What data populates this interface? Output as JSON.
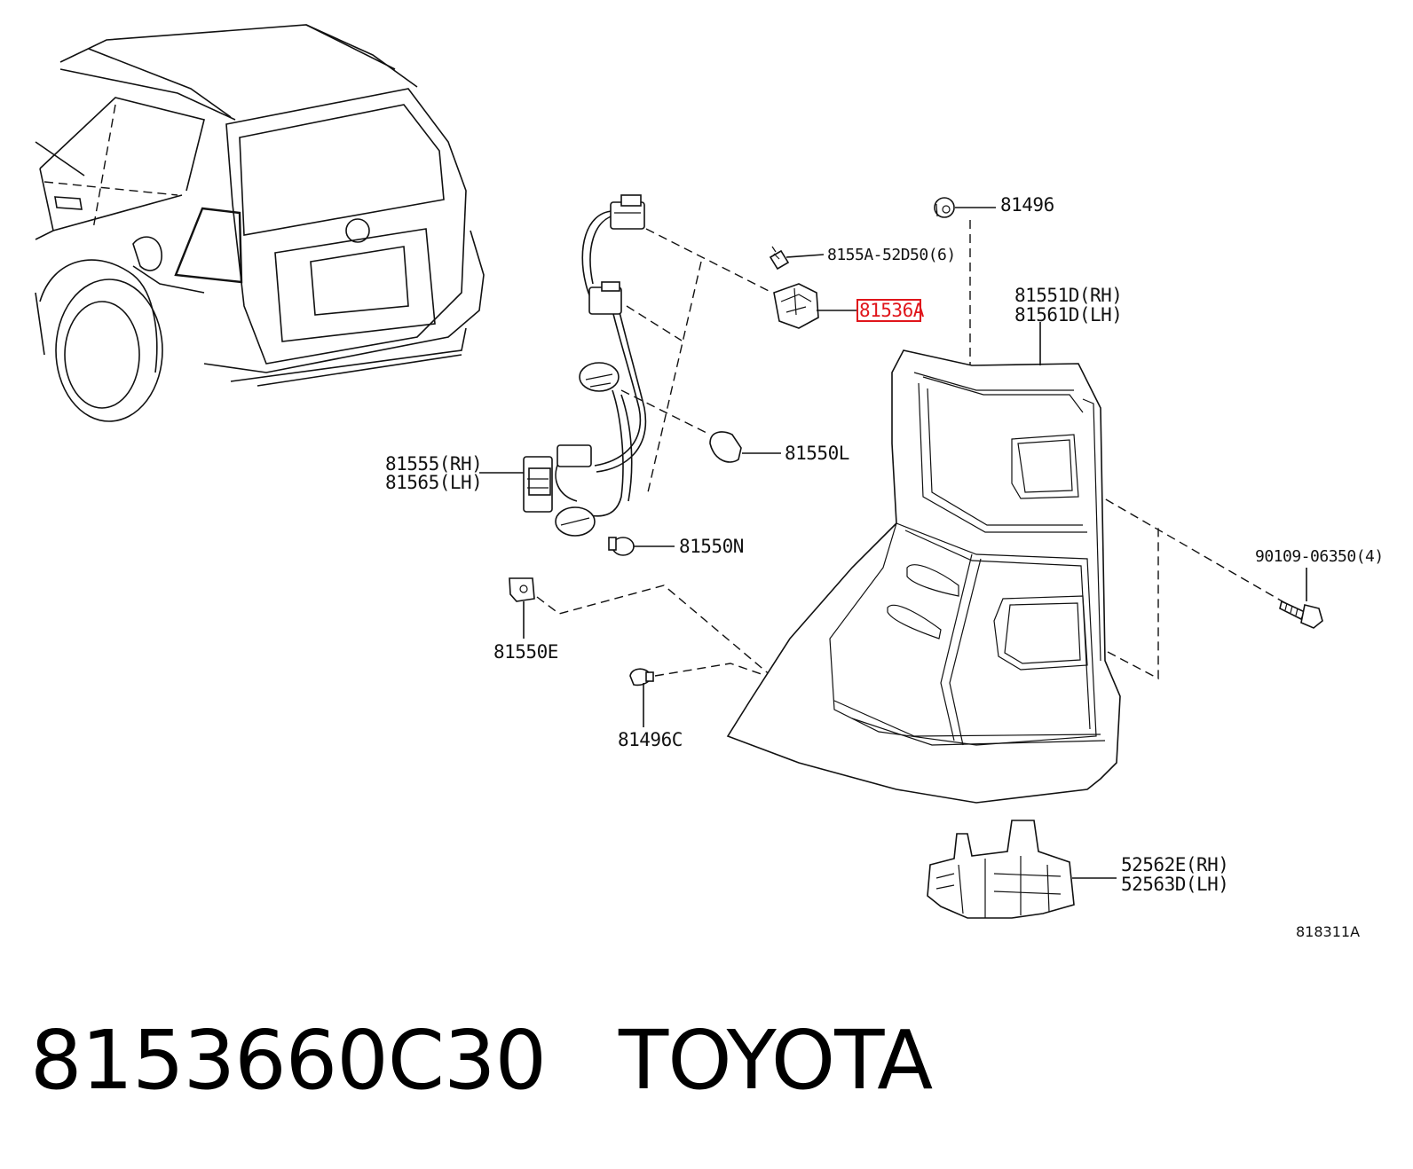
{
  "figure_code": "818311A",
  "highlight_color": "#e0151b",
  "labels": {
    "grommet_81496": "81496",
    "screw_8155a": "8155A-52D50(6)",
    "socket_81536a": "81536A",
    "lamp_81551d": "81551D(RH)",
    "lamp_81561d": "81561D(LH)",
    "bulb_81550l": "81550L",
    "wire_81555": "81555(RH)",
    "wire_81565": "81565(LH)",
    "bulb_81550n": "81550N",
    "clip_81550e": "81550E",
    "bolt_90109": "90109-06350(4)",
    "clip_81496c": "81496C",
    "bracket_52562e": "52562E(RH)",
    "bracket_52563d": "52563D(LH)"
  },
  "caption": {
    "part_number": "8153660C30",
    "brand": "TOYOTA"
  }
}
